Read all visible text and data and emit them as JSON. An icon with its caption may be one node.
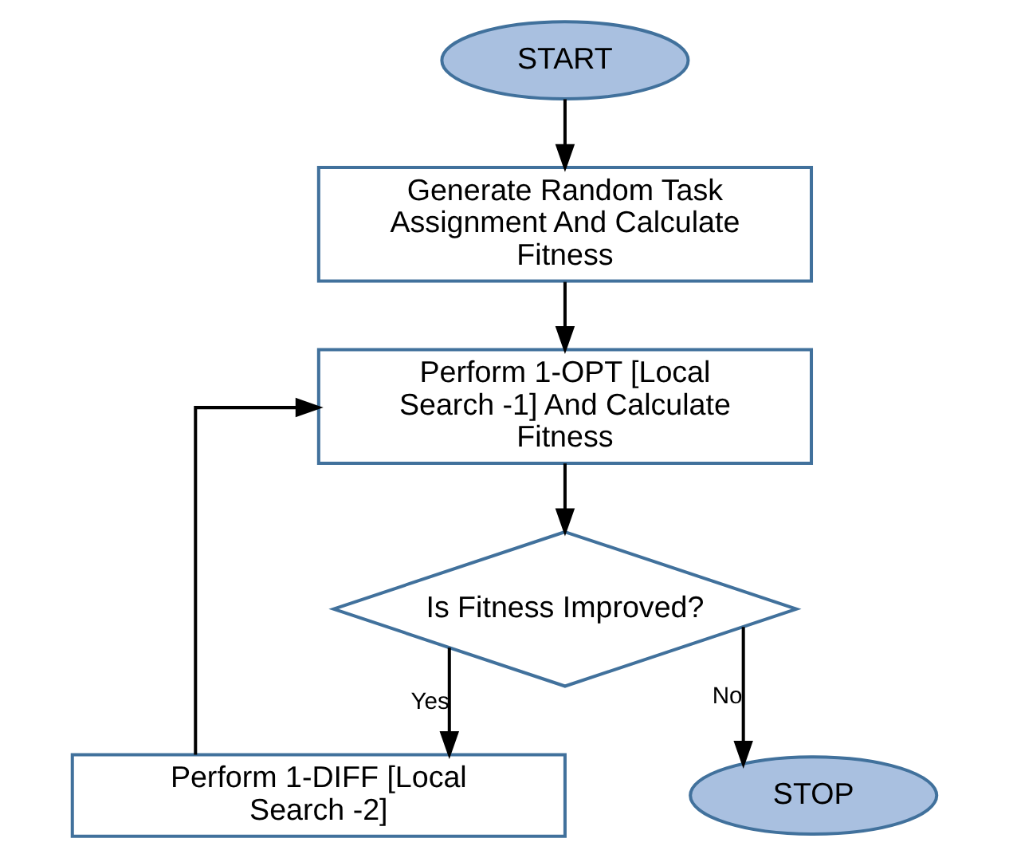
{
  "diagram": {
    "nodes": [
      {
        "text": [
          "START"
        ]
      },
      {
        "text": [
          "Generate Random Task Assignment And Calculate Fitness"
        ]
      },
      {
        "text": [
          "Perform 1-OPT [Local Search -1] And Calculate Fitness"
        ]
      },
      {
        "text": [
          "Is Fitness Improved?"
        ]
      },
      {
        "text": [
          "Perform 1-DIFF [Local Search -2]"
        ]
      },
      {
        "text": [
          "STOP"
        ]
      }
    ],
    "edges": [
      {
        "from": 0,
        "to": 1,
        "arrow": "to"
      },
      {
        "from": 1,
        "to": 2,
        "arrow": "to"
      },
      {
        "from": 2,
        "to": 3,
        "arrow": "to"
      },
      {
        "from": 3,
        "to": 4,
        "arrow": "to",
        "label": "Yes"
      },
      {
        "from": 4,
        "to": 2,
        "arrow": "to"
      },
      {
        "from": 3,
        "to": 5,
        "arrow": "to",
        "label": "No"
      }
    ]
  }
}
